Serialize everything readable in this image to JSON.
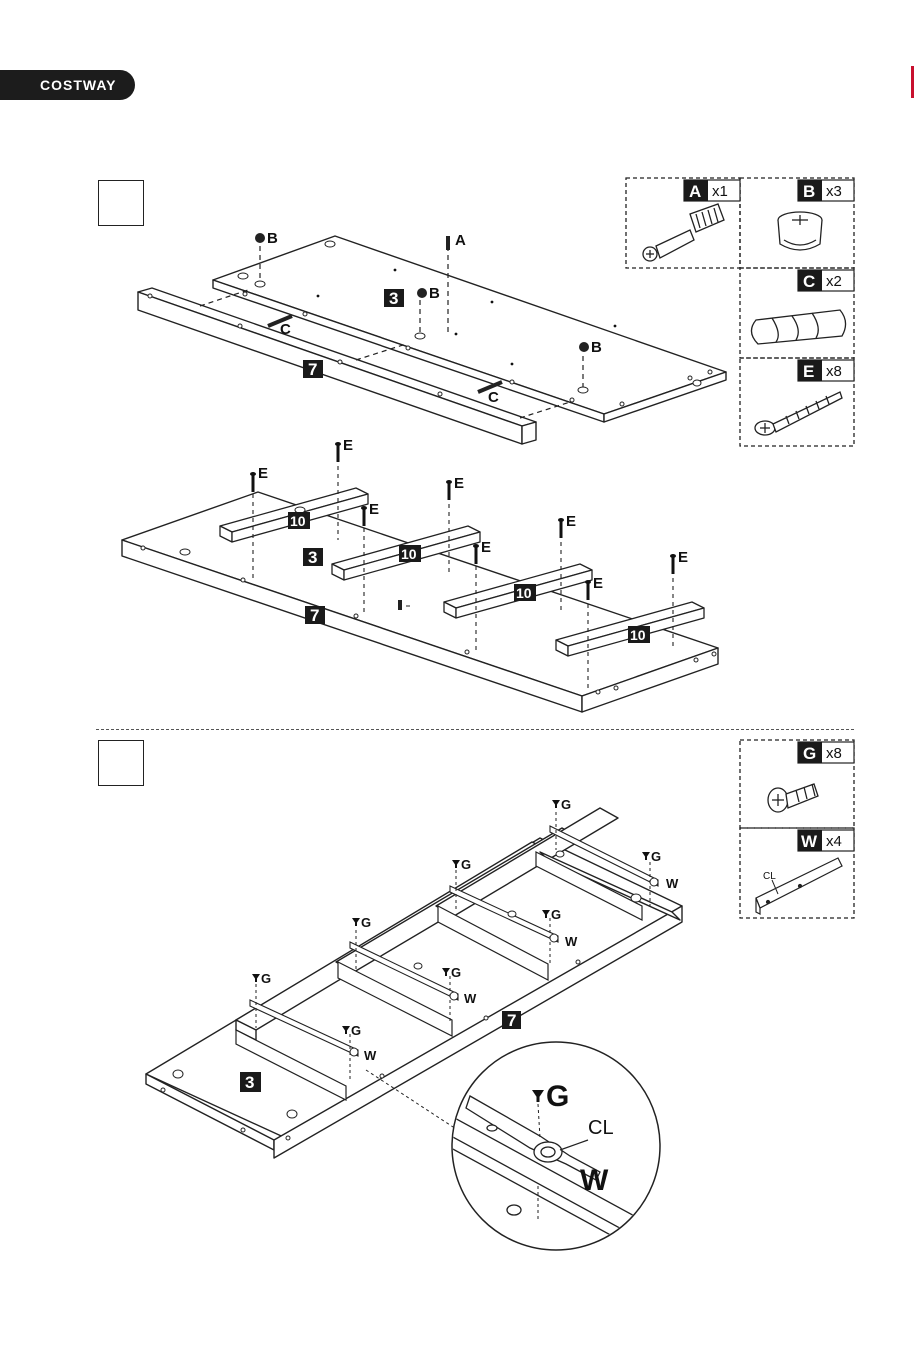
{
  "brand": {
    "logo_text": "COSTWAY"
  },
  "hardware": {
    "A": {
      "letter": "A",
      "count": "x1"
    },
    "B": {
      "letter": "B",
      "count": "x3"
    },
    "C": {
      "letter": "C",
      "count": "x2"
    },
    "E": {
      "letter": "E",
      "count": "x8"
    },
    "G": {
      "letter": "G",
      "count": "x8"
    },
    "W": {
      "letter": "W",
      "count": "x4",
      "sub_label": "CL"
    }
  },
  "parts": {
    "panel": "3",
    "rail": "7",
    "slat": "10"
  },
  "detail": {
    "screw": "G",
    "cl": "CL",
    "bracket": "W"
  }
}
